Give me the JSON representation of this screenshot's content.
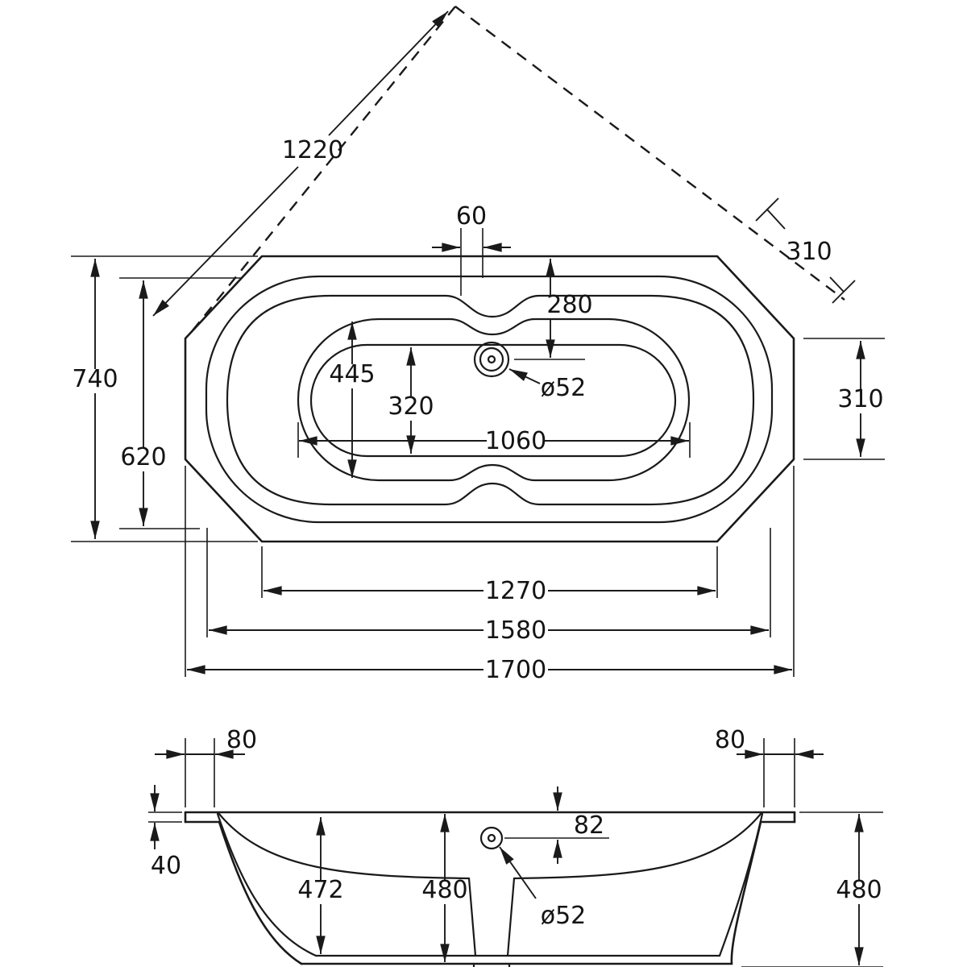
{
  "plan": {
    "diagonal": "1220",
    "waste_offset": "60",
    "waste_from_edge": "280",
    "chamfer": "310",
    "side_edge": "310",
    "overall_width": "740",
    "rim_width": "620",
    "basin_width": "445",
    "floor_width": "320",
    "waste_dia": "ø52",
    "basin_length": "1060",
    "base_length": "1270",
    "rim_length": "1580",
    "overall_length": "1700"
  },
  "section": {
    "lip_left": "80",
    "lip_right": "80",
    "lip_drop": "40",
    "inner_depth": "472",
    "centre_height": "480",
    "waste_drop": "82",
    "waste_dia": "ø52",
    "overall_height": "480"
  },
  "colors": {
    "line": "#1a1a1a",
    "background": "#ffffff"
  }
}
